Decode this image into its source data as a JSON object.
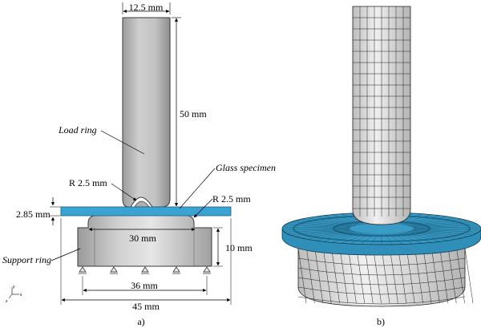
{
  "panel_a": {
    "caption": "a)",
    "dims": {
      "width_top": "12.5 mm",
      "height_load": "50 mm",
      "radius_load": "R 2.5 mm",
      "radius_support": "R 2.5 mm",
      "thickness": "2.85 mm",
      "inner_30": "30 mm",
      "height_support": "10 mm",
      "outer_36": "36 mm",
      "outer_45": "45 mm"
    },
    "labels": {
      "load_ring": "Load ring",
      "glass_specimen": "Glass specimen",
      "support_ring": "Support ring"
    },
    "axis": {
      "y": "y",
      "x": "x",
      "z": "z"
    },
    "colors": {
      "part_gray": "#c3c3c3",
      "glass_blue": "#3aa3d2",
      "outline": "#3a3a3a"
    }
  },
  "panel_b": {
    "caption": "b)",
    "colors": {
      "mesh_face": "#e9e9e9",
      "mesh_line": "#222222",
      "plate_blue": "#2f8fb8"
    }
  }
}
